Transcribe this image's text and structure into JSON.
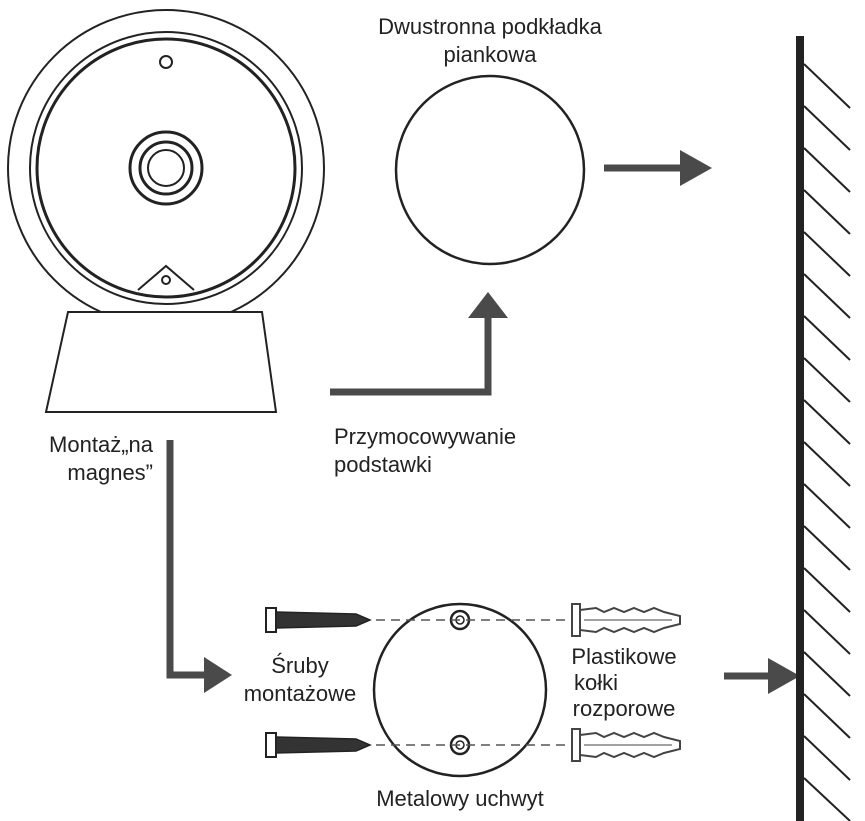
{
  "labels": {
    "foam_pad_line1": "Dwustronna podkładka",
    "foam_pad_line2": "piankowa",
    "base_mounting_line1": "Przymocowywanie",
    "base_mounting_line2": "podstawki",
    "magnet_line1": "Montaż„na",
    "magnet_line2": "magnes”",
    "screws_line1": "Śruby",
    "screws_line2": "montażowe",
    "anchors_line1": "Plastikowe",
    "anchors_line2": "kołki",
    "anchors_line3": "rozporowe",
    "bracket": "Metalowy uchwyt"
  },
  "colors": {
    "line": "#222222",
    "arrow": "#4a4a4a",
    "stroke_light": "#666666"
  }
}
